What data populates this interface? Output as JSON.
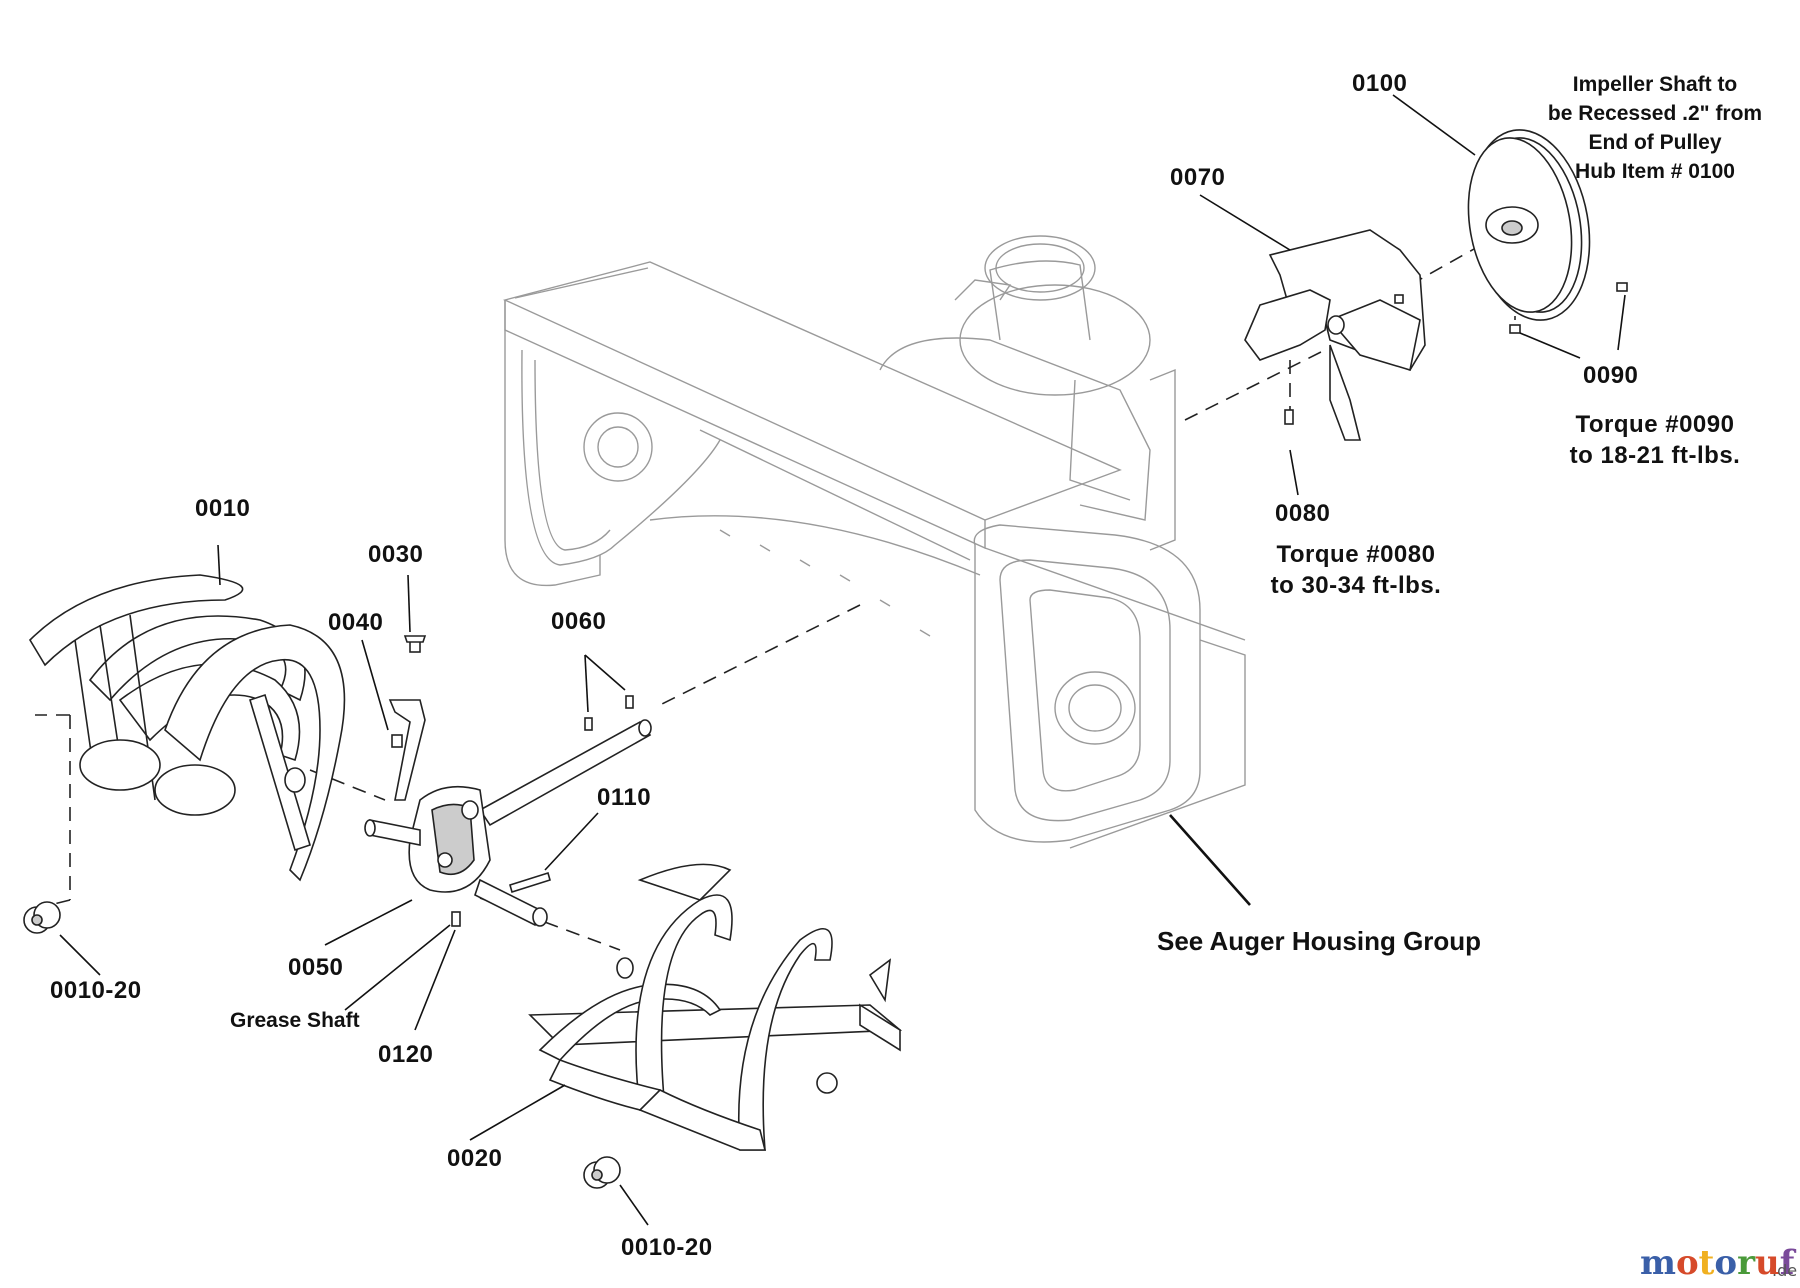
{
  "callouts": {
    "p0010": "0010",
    "p0030": "0030",
    "p0040": "0040",
    "p0060": "0060",
    "p0110": "0110",
    "p0050": "0050",
    "p0120": "0120",
    "p0020": "0020",
    "p0010_20_left": "0010-20",
    "p0010_20_bottom": "0010-20",
    "p0070": "0070",
    "p0080": "0080",
    "p0090": "0090",
    "p0100": "0100"
  },
  "notes": {
    "grease_shaft": "Grease Shaft",
    "impeller_line1": "Impeller Shaft to",
    "impeller_line2": "be Recessed .2\" from",
    "impeller_line3": "End of Pulley",
    "impeller_line4": "Hub Item # 0100",
    "torque_0090_line1": "Torque #0090",
    "torque_0090_line2": "to 18-21 ft-lbs.",
    "torque_0080_line1": "Torque #0080",
    "torque_0080_line2": "to 30-34 ft-lbs.",
    "see_auger_housing": "See Auger Housing Group"
  },
  "watermark": {
    "brand": "motoruf",
    "suffix": ".de",
    "colors": [
      "#3a5fa8",
      "#d64a2a",
      "#f0b020",
      "#3a5fa8",
      "#4a9a3a",
      "#d64a2a",
      "#7a4a9a"
    ]
  }
}
